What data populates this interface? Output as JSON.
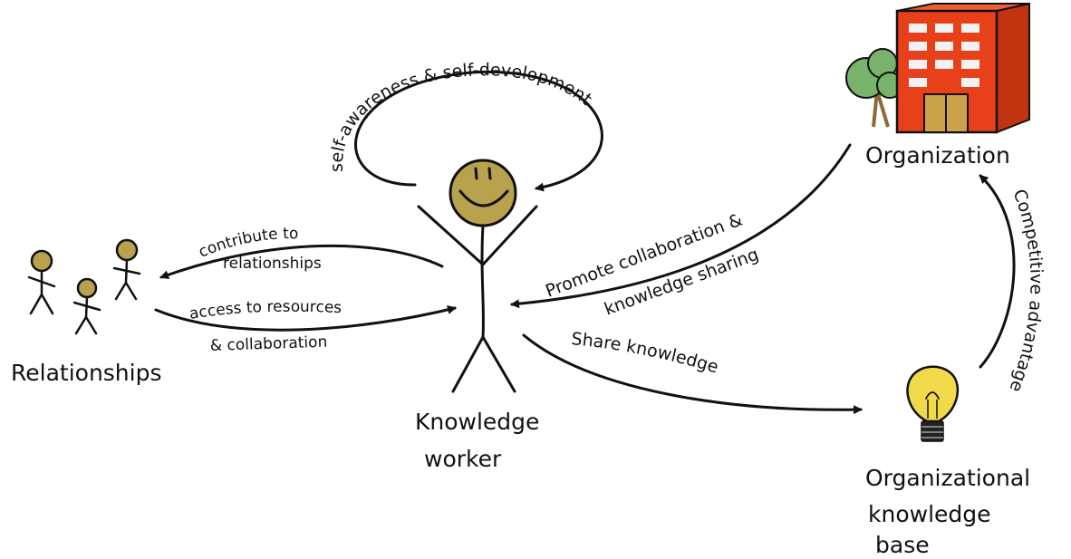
{
  "nodes": {
    "organization": "Organization",
    "relationships": "Relationships",
    "knowledge_worker": [
      "Knowledge",
      "worker"
    ],
    "knowledge_base": [
      "Organizational",
      "knowledge",
      "base"
    ]
  },
  "edges": {
    "self_loop": "self-awareness & self-development",
    "contribute": [
      "contribute to",
      "relationships"
    ],
    "access": [
      "access to resources",
      "& collaboration"
    ],
    "promote": [
      "Promote collaboration &",
      "knowledge sharing"
    ],
    "share": "Share  knowledge",
    "competitive": "Competitive advantage"
  },
  "colors": {
    "ink": "#111111",
    "face_fill": "#b9a24e",
    "building": "#e8401a",
    "building_window": "#f2f2f2",
    "building_door": "#c9a24a",
    "tree": "#79b26a",
    "trunk": "#8a6a3a",
    "bulb": "#f2d94a"
  },
  "icons": [
    "stick-figure-icon",
    "smiley-face-icon",
    "group-of-people-icon",
    "building-icon",
    "tree-icon",
    "light-bulb-icon"
  ]
}
